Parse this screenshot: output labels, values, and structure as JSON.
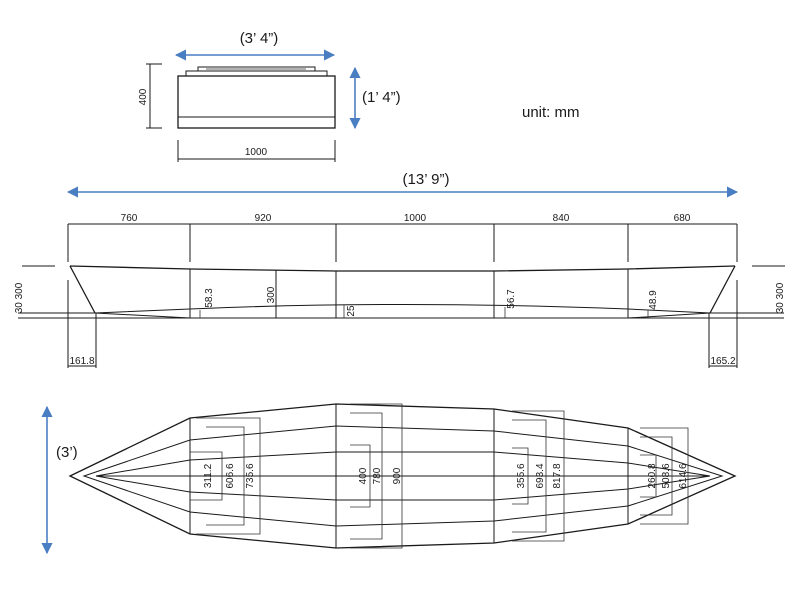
{
  "end_view": {
    "width_imperial": "(3’ 4”)",
    "height_imperial": "(1’ 4”)",
    "width_mm": "1000",
    "height_mm": "400"
  },
  "unit_label": "unit: mm",
  "side_view": {
    "length_imperial": "(13’ 9”)",
    "segments": [
      "760",
      "920",
      "1000",
      "840",
      "680"
    ],
    "left_heights": "30 300",
    "right_heights": "30 300",
    "inner_depths": [
      "58.3",
      "300",
      "25",
      "56.7",
      "48.9"
    ],
    "left_overhang": "161.8",
    "right_overhang": "165.2"
  },
  "plan_view": {
    "beam_imperial": "(3’)",
    "station_widths": [
      [
        "311.2",
        "606.6",
        "735.6"
      ],
      [
        "400",
        "780",
        "900"
      ],
      [
        "355.6",
        "693.4",
        "817.8"
      ],
      [
        "260.8",
        "508.6",
        "614.6"
      ]
    ]
  }
}
